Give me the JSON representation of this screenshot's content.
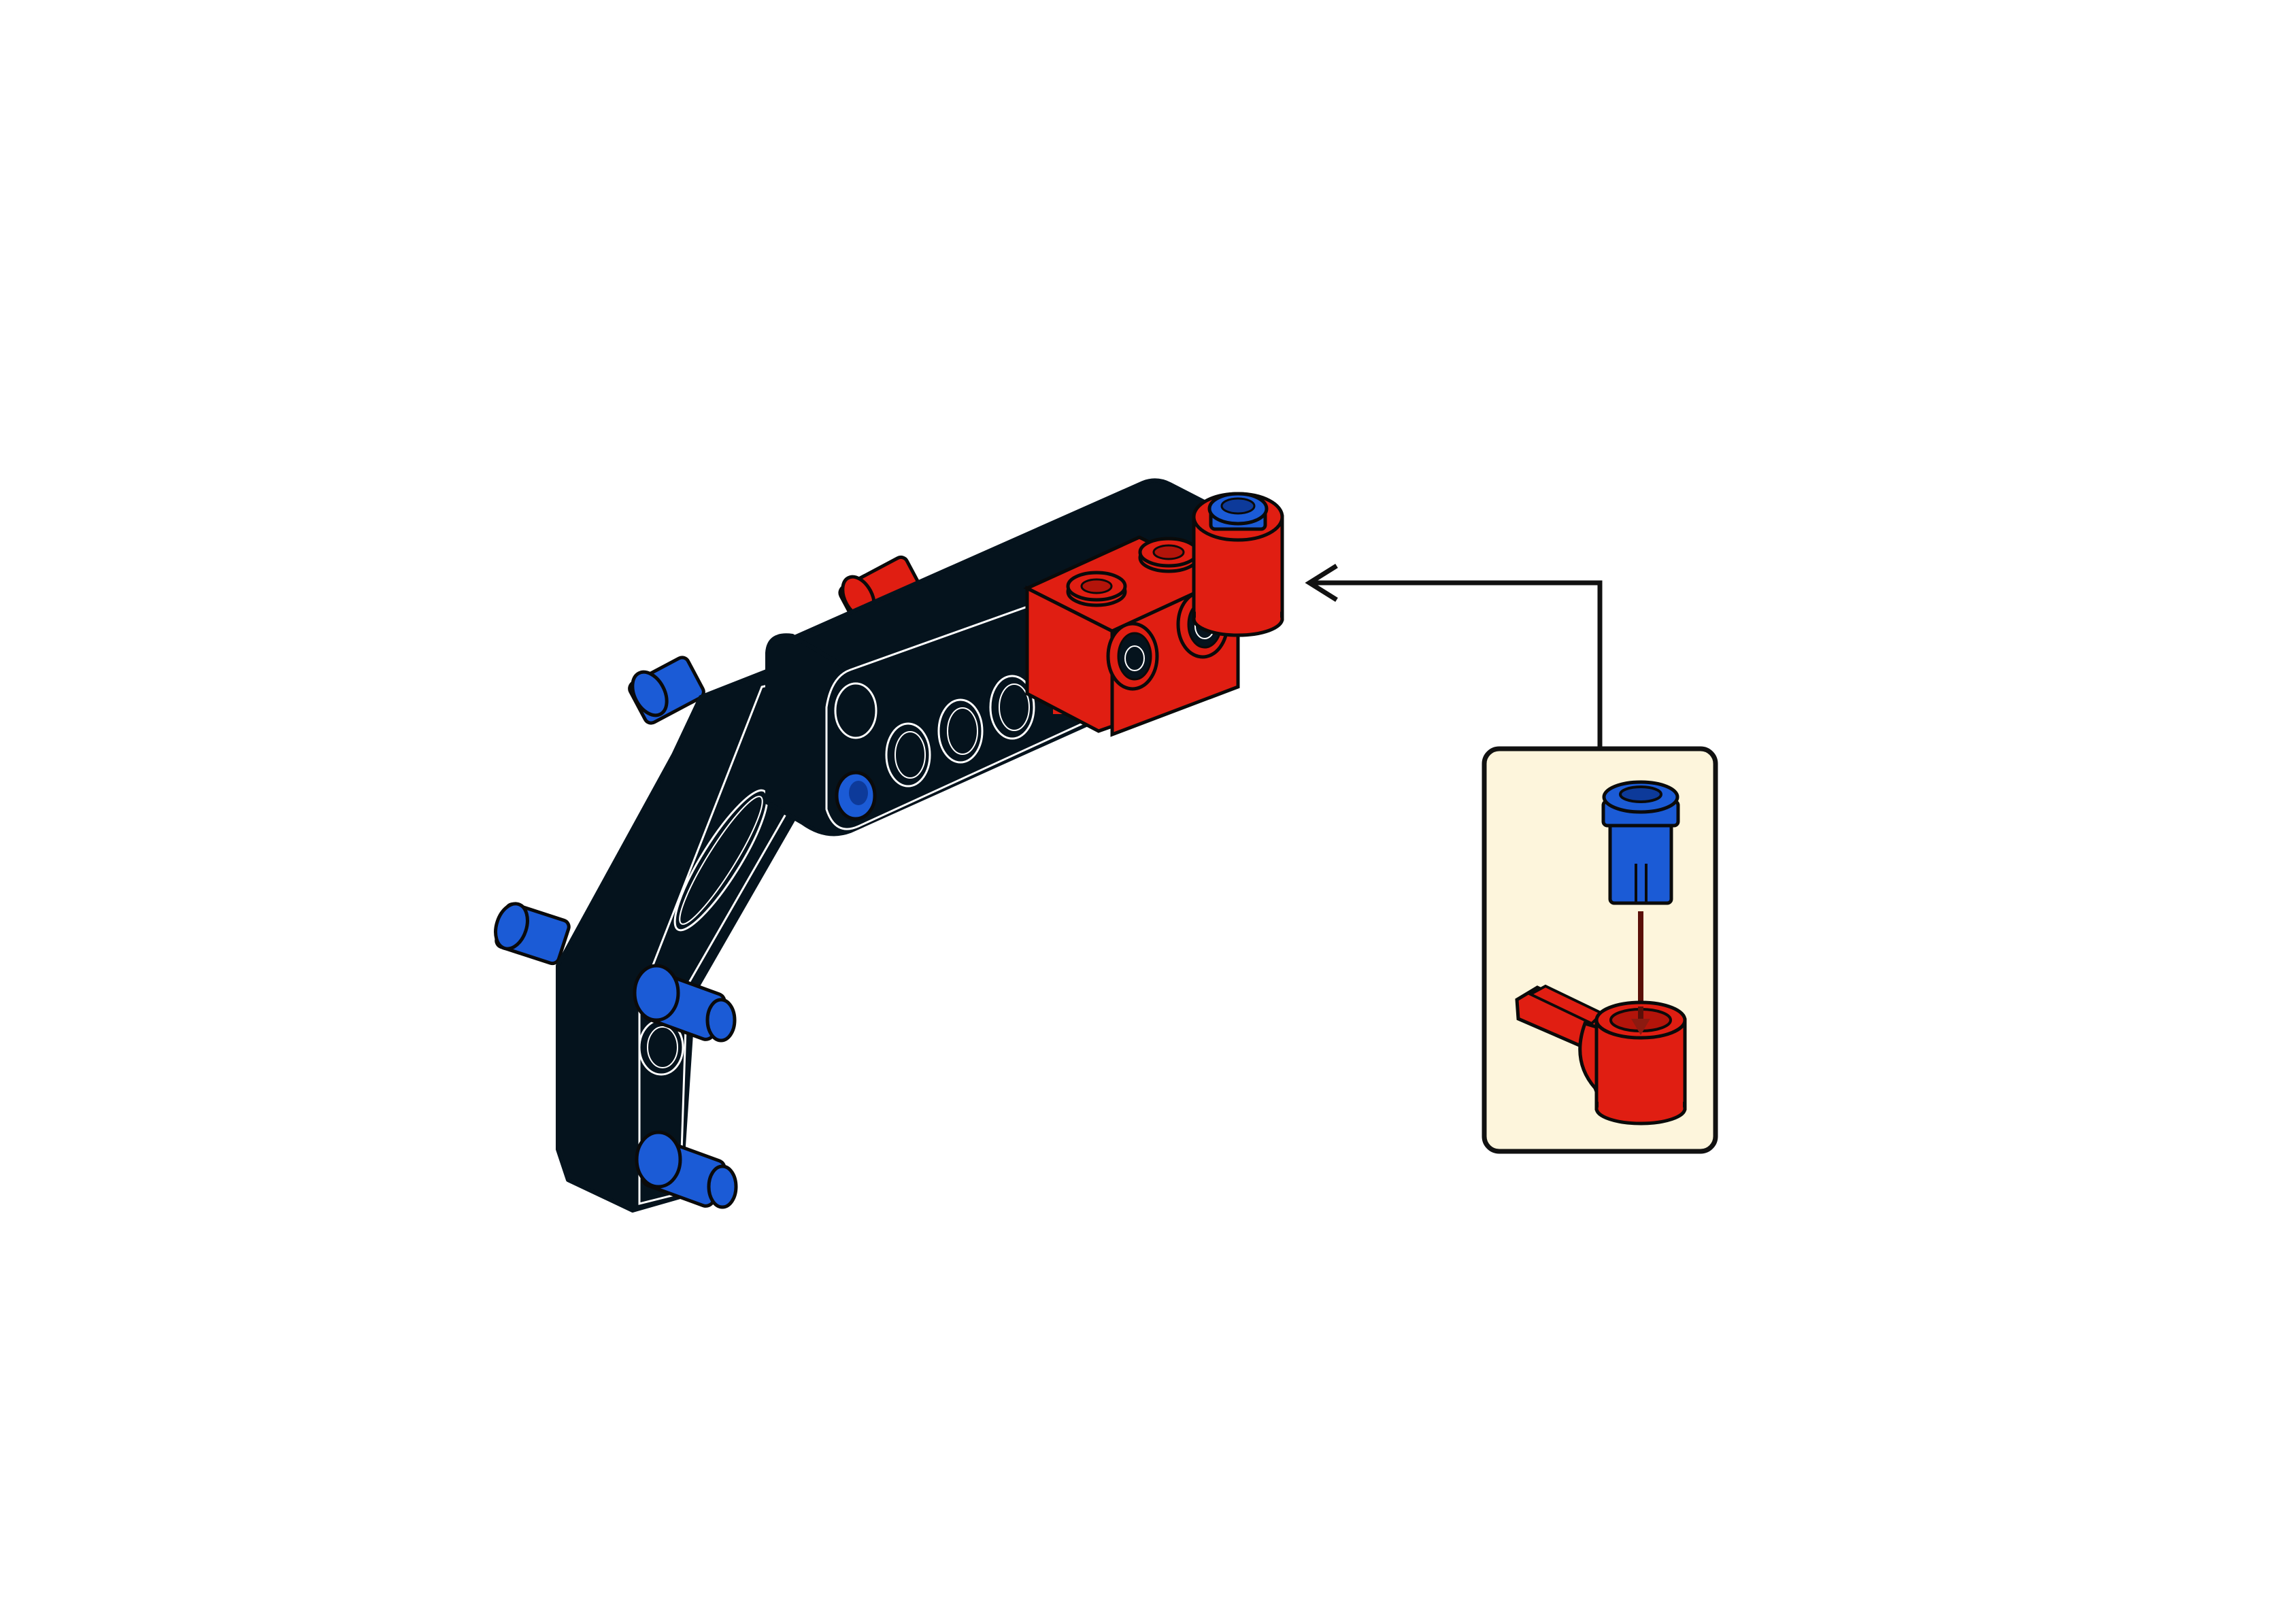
{
  "page": {
    "background": "#ffffff"
  },
  "colors": {
    "beam_black": "#05131d",
    "beam_edge": "#ffffff",
    "brick_red": "#e01e12",
    "brick_red_dark": "#b3140a",
    "pin_blue": "#1b5bd6",
    "pin_blue_dark": "#0d3a9a",
    "callout_bg": "#fdf5dc",
    "callout_border": "#111111",
    "arrow": "#111111",
    "insert_arrow": "#8b1a10"
  },
  "diagram": {
    "assembly": {
      "parts": [
        {
          "name": "bent-liftarm",
          "color": "beam_black"
        },
        {
          "name": "straight-liftarm",
          "color": "beam_black"
        },
        {
          "name": "axle-brick-with-holes",
          "color": "brick_red"
        },
        {
          "name": "friction-pin",
          "color": "pin_blue",
          "count": 6
        },
        {
          "name": "axle-pin",
          "color": "brick_red",
          "count": 1
        }
      ],
      "axle_mark_icon": "cross-axle-hole-icon"
    },
    "callout": {
      "parts": [
        {
          "name": "half-pin",
          "color": "pin_blue"
        },
        {
          "name": "pin-connector-with-axle",
          "color": "brick_red"
        }
      ],
      "instruction_icon": "insert-down-arrow-icon"
    },
    "pointer_icon": "pointer-arrow-icon"
  }
}
